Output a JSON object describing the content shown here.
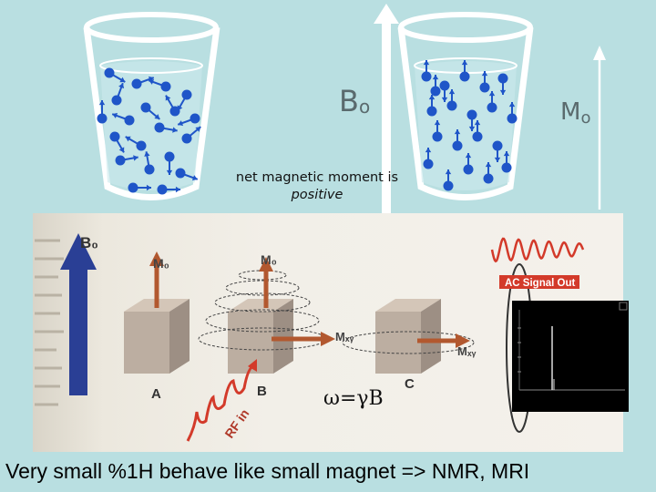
{
  "top": {
    "bo_label": "B",
    "bo_sub": "o",
    "mo_label": "M",
    "mo_sub": "o",
    "note_line1": "net magnetic moment is",
    "note_line2": "positive"
  },
  "figure": {
    "b0": "B₀",
    "m0_a": "M₀",
    "m0_b": "M₀",
    "mxy_b": "Mₓᵧ",
    "mxy_c": "Mₓᵧ",
    "label_a": "A",
    "label_b": "B",
    "label_c": "C",
    "rf_in": "RF in",
    "ac_signal": "AC Signal Out"
  },
  "omega_eq": "ω=γB",
  "caption": "Very small %1H behave like small magnet => NMR, MRI",
  "colors": {
    "background": "#b9dfe1",
    "spin_blue": "#1f55c8",
    "field_arrow": "#ffffff",
    "moment_brown": "#b2582f",
    "rf_red": "#d33a2a"
  }
}
